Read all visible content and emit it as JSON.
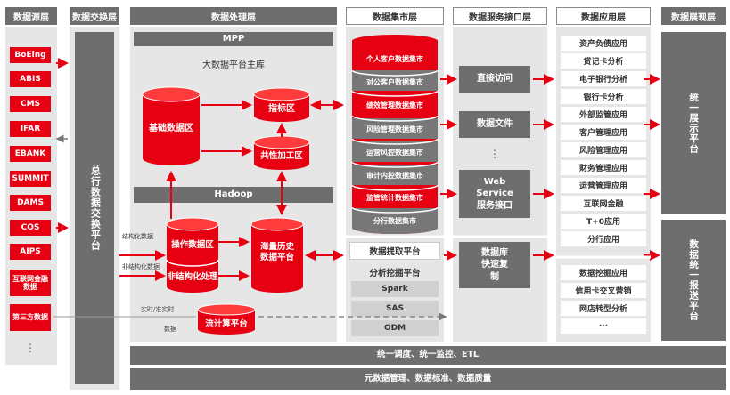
{
  "headers": {
    "sources": "数据源层",
    "exchange": "数据交换层",
    "processing": "数据处理层",
    "mart": "数据集市层",
    "service": "数据服务接口层",
    "application": "数据应用层",
    "presentation": "数据展现层"
  },
  "sources": [
    "BoEing",
    "ABIS",
    "CMS",
    "IFAR",
    "EBANK",
    "SUMMIT",
    "DAMS",
    "COS",
    "AIPS",
    "互联网金融数据",
    "第三方数据",
    "⋮"
  ],
  "exchange_label": "总行数据交换平台",
  "processing": {
    "mpp": "MPP",
    "platform_main_db": "大数据平台主库",
    "base_zone": "基础数据区",
    "indicator_zone": "指标区",
    "common_process_zone": "共性加工区",
    "hadoop": "Hadoop",
    "operation_zone": "操作数据区",
    "unstructured_processing": "非结构化处理",
    "history_platform": "海量历史数据平台",
    "stream_platform": "流计算平台",
    "structured_data": "结构化数据",
    "unstructured_data": "非结构化数据",
    "realtime": "实时/准实时",
    "data": "数据"
  },
  "mart": {
    "items": [
      "个人客户数据集市",
      "对公客户数据集市",
      "绩效管理数据集市",
      "风险管理数据集市",
      "运营风控数据集市",
      "审计内控数据集市",
      "监管统计数据集市",
      "分行数据集市"
    ],
    "extraction": "数据提取平台",
    "mining": "分析挖掘平台",
    "tools": [
      "Spark",
      "SAS",
      "ODM"
    ]
  },
  "service": {
    "direct": "直接访问",
    "file": "数据文件",
    "ellipsis": "⋮",
    "web_service": "Web Service 服务接口",
    "db_replica": "数据库快速复制"
  },
  "applications": {
    "top": [
      "资产负债应用",
      "贷记卡分析",
      "电子银行分析",
      "银行卡分析",
      "外部监管应用",
      "客户管理应用",
      "风险管理应用",
      "财务管理应用",
      "运营管理应用",
      "互联网金融",
      "T+0应用",
      "分行应用"
    ],
    "bottom": [
      "数据挖掘应用",
      "信用卡交叉营销",
      "网店转型分析",
      "···"
    ]
  },
  "presentation": {
    "top": "统一展示平台",
    "bottom": "数据统一报送平台"
  },
  "footer": {
    "line1": "统一调度、统一监控、ETL",
    "line2": "元数据管理、数据标准、数据质量"
  },
  "colors": {
    "red": "#e60012",
    "dark": "#6e6e6e",
    "panel": "#e6e6e6"
  }
}
